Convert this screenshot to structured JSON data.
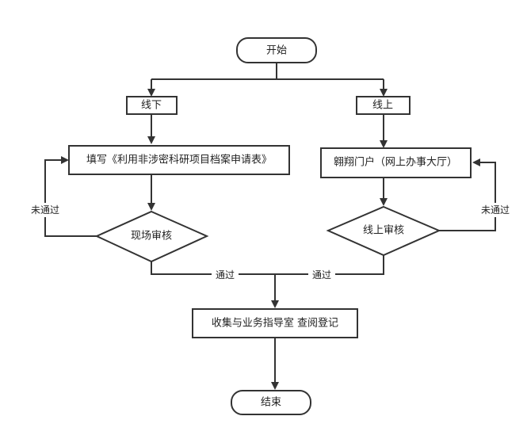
{
  "diagram": {
    "nodes": {
      "start": "开始",
      "offline": "线下",
      "online": "线上",
      "fill_form": "填写《利用非涉密科研项目档案申请表》",
      "portal": "翱翔门户（网上办事大厅）",
      "onsite_review": "现场审核",
      "online_review": "线上审核",
      "collect": "收集与业务指导室 查阅登记",
      "end": "结束"
    },
    "edges": {
      "reject_left": "未通过",
      "reject_right": "未通过",
      "pass_left": "通过",
      "pass_right": "通过"
    }
  }
}
